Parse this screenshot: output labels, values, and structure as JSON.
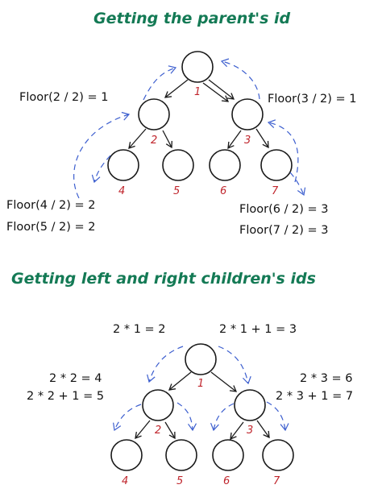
{
  "colors": {
    "title": "#147a55",
    "node_id": "#c0262d",
    "arrow_dashed": "#3d5fcf",
    "text": "#111111"
  },
  "section_parent": {
    "title": "Getting the parent's id",
    "node_ids": [
      "1",
      "2",
      "3",
      "4",
      "5",
      "6",
      "7"
    ],
    "formulas": {
      "left_top": "Floor(2 / 2) = 1",
      "right_top": "Floor(3 / 2) = 1",
      "left_bottom_1": "Floor(4 / 2) = 2",
      "left_bottom_2": "Floor(5 / 2) = 2",
      "right_bottom_1": "Floor(6 / 2) = 3",
      "right_bottom_2": "Floor(7 / 2) = 3"
    }
  },
  "section_children": {
    "title": "Getting left and right children's ids",
    "node_ids": [
      "1",
      "2",
      "3",
      "4",
      "5",
      "6",
      "7"
    ],
    "formulas": {
      "root_left": "2 * 1 = 2",
      "root_right": "2 * 1 + 1 = 3",
      "left_1": "2 * 2 = 4",
      "left_2": "2 * 2 + 1 = 5",
      "right_1": "2 * 3 = 6",
      "right_2": "2 * 3 + 1 = 7"
    }
  }
}
